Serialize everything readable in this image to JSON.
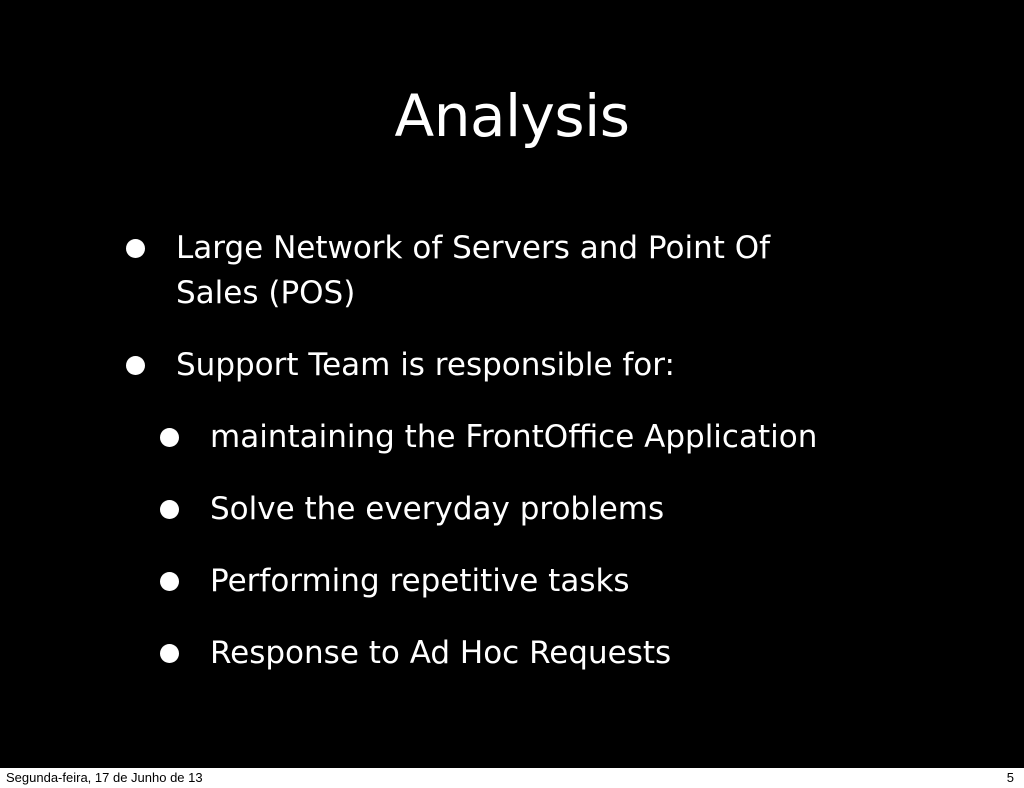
{
  "slide": {
    "title": "Analysis",
    "bullets": [
      {
        "level": 1,
        "text": "Large Network of Servers and Point Of Sales (POS)"
      },
      {
        "level": 1,
        "text": "Support Team is responsible for:"
      },
      {
        "level": 2,
        "text": "maintaining the FrontOffice Application"
      },
      {
        "level": 2,
        "text": "Solve the everyday problems"
      },
      {
        "level": 2,
        "text": "Performing repetitive tasks"
      },
      {
        "level": 2,
        "text": "Response to Ad Hoc Requests"
      }
    ]
  },
  "footer": {
    "date": "Segunda-feira, 17 de Junho de 13",
    "page_number": "5"
  },
  "colors": {
    "slide_background": "#000000",
    "text": "#ffffff",
    "footer_background": "#ffffff",
    "footer_text": "#000000"
  }
}
